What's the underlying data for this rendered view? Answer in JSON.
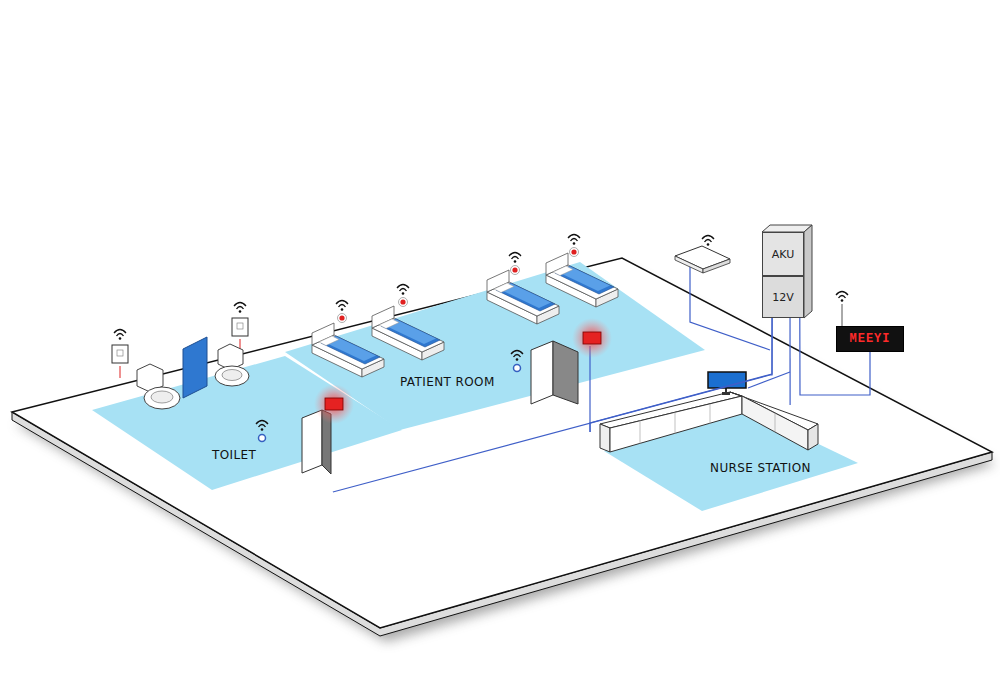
{
  "diagram": {
    "nodes": [
      {
        "text": [
          "TOILET"
        ]
      },
      {
        "text": [
          "PATIENT ROOM"
        ]
      },
      {
        "text": [
          "NURSE STATION"
        ]
      },
      {
        "text": [
          "AKU"
        ]
      },
      {
        "text": [
          "12V"
        ]
      },
      {
        "text": [
          "MEEYI"
        ]
      }
    ],
    "edges": [
      {
        "from": 0,
        "to": 4,
        "arrow": "none"
      },
      {
        "from": 1,
        "to": 4,
        "arrow": "none"
      },
      {
        "from": 2,
        "to": 4,
        "arrow": "none"
      },
      {
        "from": 4,
        "to": 5,
        "arrow": "none"
      }
    ]
  }
}
